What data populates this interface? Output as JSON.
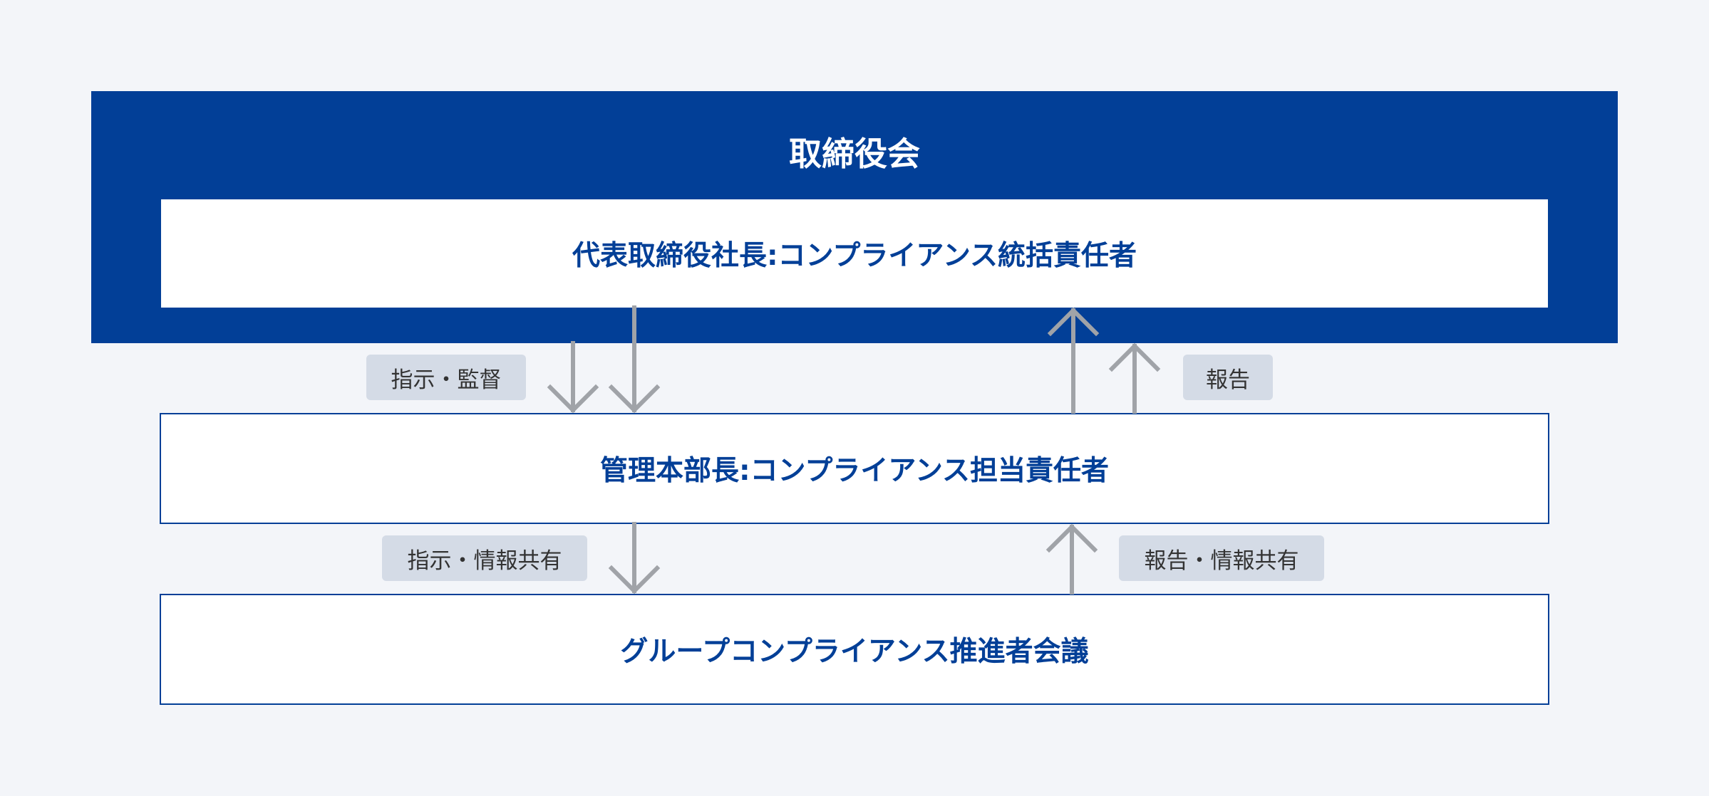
{
  "board": {
    "title": "取締役会"
  },
  "boxes": {
    "president": "代表取締役社長:コンプライアンス統括責任者",
    "admin_head": "管理本部長:コンプライアンス担当責任者",
    "meeting": "グループコンプライアンス推進者会議"
  },
  "labels": {
    "instruct_supervise": "指示・監督",
    "report": "報告",
    "instruct_share": "指示・情報共有",
    "report_share": "報告・情報共有"
  },
  "colors": {
    "navy": "#023f97",
    "background": "#f3f5f9",
    "tag_bg": "#d4dbe6",
    "arrow": "#a0a3a8"
  }
}
